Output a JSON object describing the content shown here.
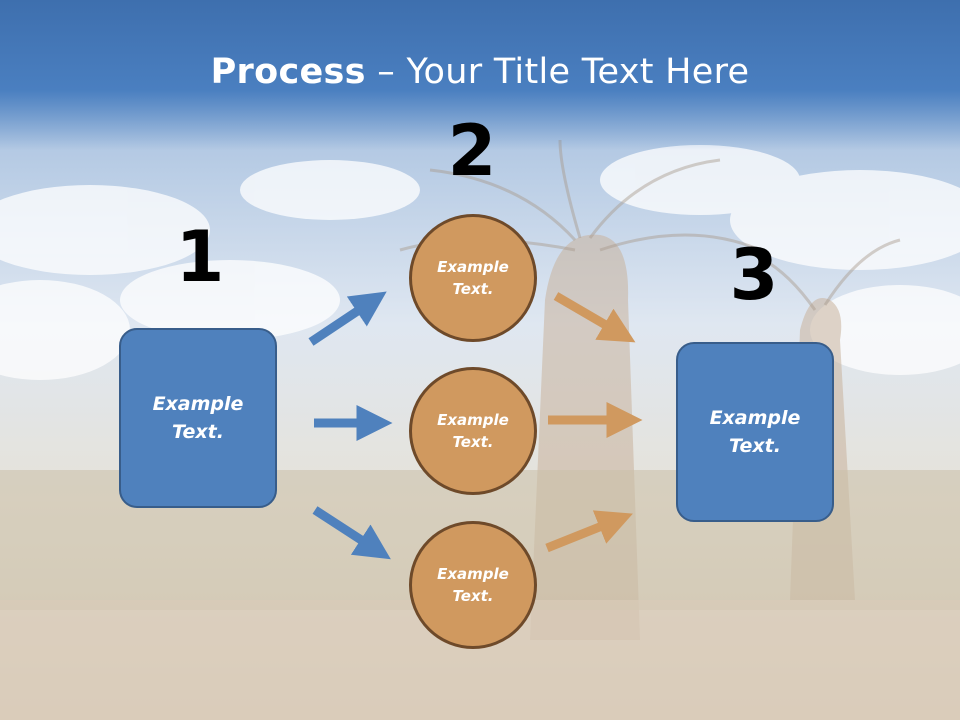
{
  "title": {
    "bold_part": "Process",
    "rest_part": " – Your Title Text Here"
  },
  "steps": {
    "step1": {
      "number": "1",
      "text": "Example Text."
    },
    "step2": {
      "number": "2",
      "circles": [
        {
          "text": "Example Text."
        },
        {
          "text": "Example Text."
        },
        {
          "text": "Example Text."
        }
      ]
    },
    "step3": {
      "number": "3",
      "text": "Example Text."
    }
  },
  "colors": {
    "title_band": "#4a7fc0",
    "box_fill": "#4f81bd",
    "circle_fill": "#d0995f",
    "blue_arrow": "#4f81bd",
    "orange_arrow": "#d0995f"
  }
}
